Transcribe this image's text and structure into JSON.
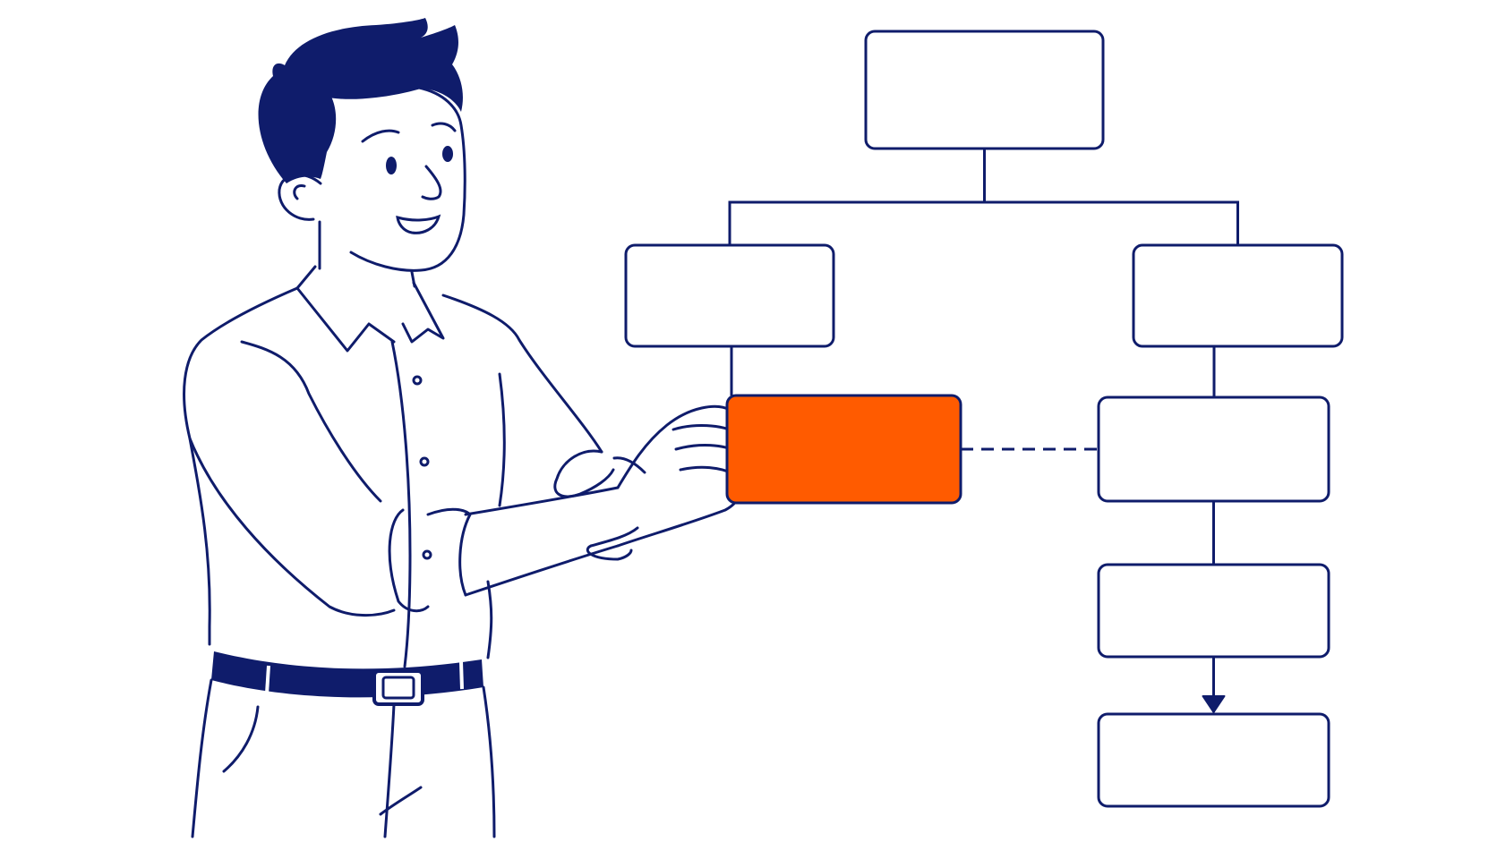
{
  "palette": {
    "ink": "#0f1c6b",
    "accent": "#ff5b00",
    "paper": "#ffffff",
    "box_fill": "#ffffff"
  },
  "diagram": {
    "type": "flowchart",
    "nodes": [
      {
        "id": "root",
        "label": "",
        "highlighted": false
      },
      {
        "id": "left-branch",
        "label": "",
        "highlighted": false
      },
      {
        "id": "right-branch",
        "label": "",
        "highlighted": false
      },
      {
        "id": "held-node",
        "label": "",
        "highlighted": true
      },
      {
        "id": "right-step-1",
        "label": "",
        "highlighted": false
      },
      {
        "id": "right-step-2",
        "label": "",
        "highlighted": false
      },
      {
        "id": "right-step-3",
        "label": "",
        "highlighted": false
      }
    ],
    "edges": [
      {
        "from": "root",
        "to": "left-branch",
        "style": "solid",
        "arrow": false
      },
      {
        "from": "root",
        "to": "right-branch",
        "style": "solid",
        "arrow": false
      },
      {
        "from": "left-branch",
        "to": "held-node",
        "style": "solid",
        "arrow": false
      },
      {
        "from": "held-node",
        "to": "right-step-1",
        "style": "dashed",
        "arrow": false
      },
      {
        "from": "right-branch",
        "to": "right-step-1",
        "style": "solid",
        "arrow": false
      },
      {
        "from": "right-step-1",
        "to": "right-step-2",
        "style": "solid",
        "arrow": false
      },
      {
        "from": "right-step-2",
        "to": "right-step-3",
        "style": "solid",
        "arrow": true
      }
    ]
  },
  "illustration": {
    "subject": "person",
    "icon": "person-holding-card-icon"
  }
}
